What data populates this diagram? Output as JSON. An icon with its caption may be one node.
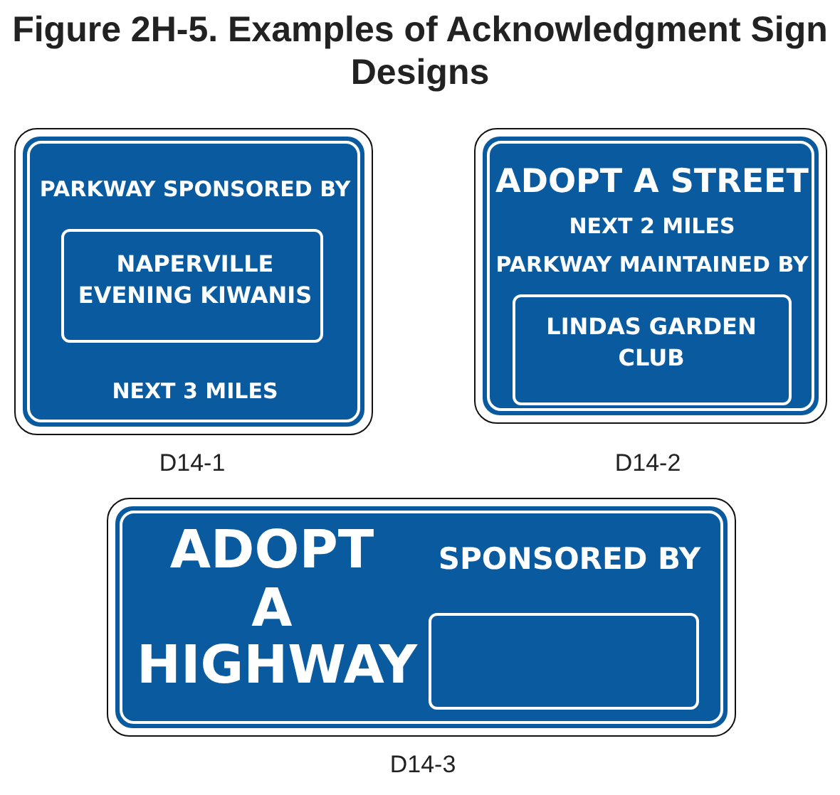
{
  "diagram": {
    "title": "Figure 2H-5. Examples of Acknowledgment Sign Designs",
    "nodes": [
      {
        "text": [
          "PARKWAY SPONSORED BY",
          "NEXT 3 MILES"
        ],
        "beside": [
          "D14-1"
        ]
      },
      {
        "text": [
          "NAPERVILLE EVENING KIWANIS"
        ],
        "in": 0
      },
      {
        "text": [
          "ADOPT A STREET",
          "NEXT 2 MILES",
          "PARKWAY MAINTAINED BY"
        ],
        "beside": [
          "D14-2"
        ]
      },
      {
        "text": [
          "LINDAS GARDEN CLUB"
        ],
        "in": 2
      },
      {
        "text": [
          "ADOPT A HIGHWAY",
          "SPONSORED BY"
        ],
        "beside": [
          "D14-3"
        ]
      },
      {
        "text": [],
        "shape": "box",
        "in": 4
      }
    ],
    "edges": []
  }
}
